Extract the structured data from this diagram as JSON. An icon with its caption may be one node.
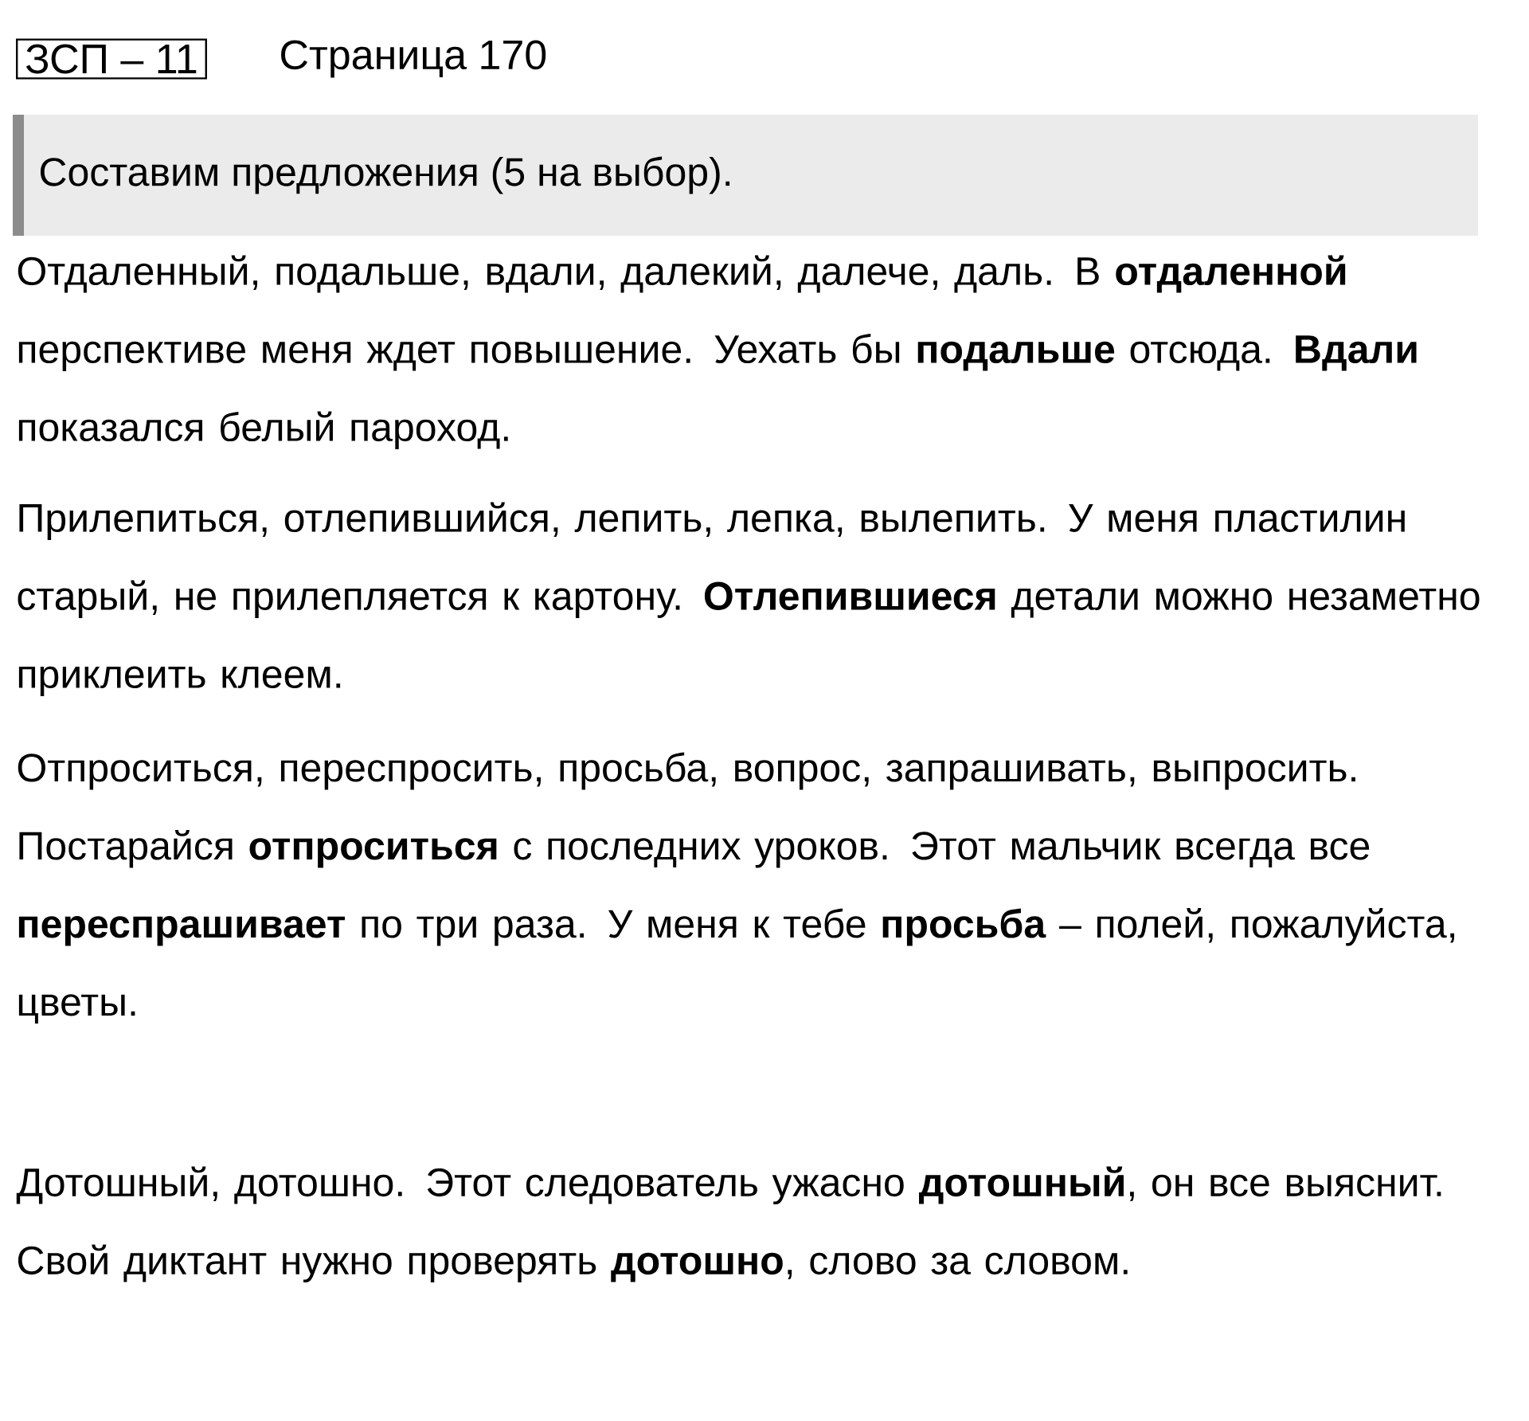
{
  "diagram": {
    "nodes": [
      {
        "text": [
          "ЗСП – 11"
        ]
      },
      {
        "text": [
          "Составим предложения (5 на выбор)."
        ]
      }
    ],
    "labels": [
      "Страница 170",
      "Отдаленный, подальше, вдали, далекий, далече, даль. В **отдаленной** перспективе меня ждет повышение. Уехать бы **подальше** отсюда. **Вдали** показался белый пароход.",
      "Прилепиться, отлепившийся, лепить, лепка, вылепить. У меня пластилин старый, не прилепляется к картону. **Отлепившиеся** детали можно незаметно приклеить клеем.",
      "Отпроситься, переспросить, просьба, вопрос, запрашивать, выпросить. Постарайся **отпроситься** с последних уроков. Этот мальчик всегда все **переспрашивает** по три раза. У меня к тебе **просьба** – полей, пожалуйста, цветы.",
      "Дотошный, дотошно. Этот следователь ужасно **дотошный**, он все выяснит. Свой диктант нужно проверять **дотошно**, слово за словом."
    ]
  }
}
